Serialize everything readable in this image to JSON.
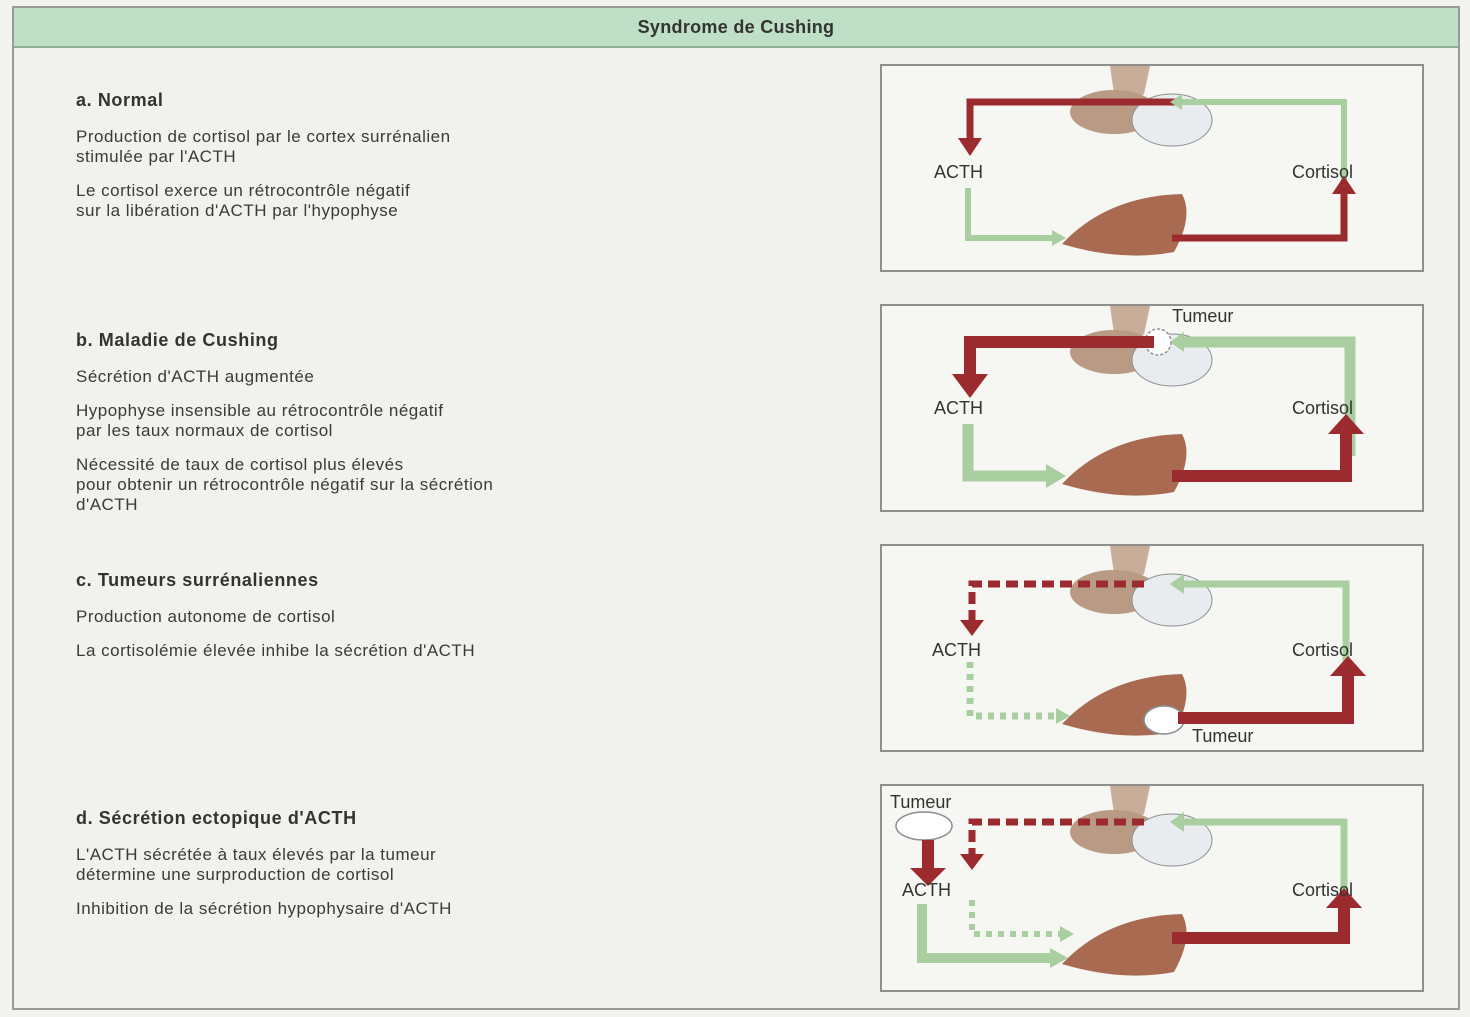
{
  "header": {
    "title": "Syndrome de Cushing"
  },
  "sections": [
    {
      "title": "a. Normal",
      "paragraphs": [
        "Production de cortisol par le cortex surrénalien\nstimulée par l'ACTH",
        "Le cortisol exerce un rétrocontrôle négatif\nsur la libération d'ACTH par l'hypophyse"
      ]
    },
    {
      "title": "b. Maladie de Cushing",
      "paragraphs": [
        "Sécrétion d'ACTH augmentée",
        "Hypophyse insensible au rétrocontrôle négatif\npar les taux normaux de cortisol",
        "Nécessité de taux de cortisol plus élevés\npour obtenir un rétrocontrôle négatif sur la sécrétion\nd'ACTH"
      ]
    },
    {
      "title": "c. Tumeurs surrénaliennes",
      "paragraphs": [
        "Production autonome de cortisol",
        "La cortisolémie élevée inhibe la sécrétion d'ACTH"
      ]
    },
    {
      "title": "d. Sécrétion ectopique d'ACTH",
      "paragraphs": [
        "L'ACTH sécrétée à taux élevés par la tumeur\ndétermine une surproduction de cortisol",
        "Inhibition de la sécrétion hypophysaire d'ACTH"
      ]
    }
  ],
  "panels": [
    {
      "acth": "ACTH",
      "cortisol": "Cortisol"
    },
    {
      "acth": "ACTH",
      "cortisol": "Cortisol",
      "tumor_top": "Tumeur"
    },
    {
      "acth": "ACTH",
      "cortisol": "Cortisol",
      "tumor_bottom": "Tumeur"
    },
    {
      "acth": "ACTH",
      "cortisol": "Cortisol",
      "tumor_left": "Tumeur"
    }
  ],
  "colors": {
    "red_arrow": "#9c2b30",
    "green_arrow": "#a9cfa0",
    "pituitary": "#c8ad98",
    "adrenal": "#a86b52",
    "header_bg": "#bfe0c6"
  }
}
